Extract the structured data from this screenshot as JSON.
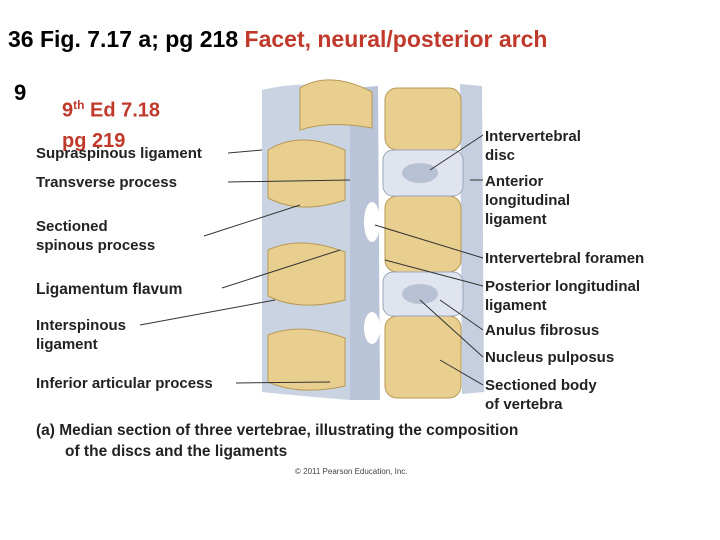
{
  "slide": {
    "title_number": "36",
    "title_ref": "Fig. 7.17 a; pg 218",
    "title_topic": "Facet, neural/posterior arch",
    "stray_char": "9",
    "ed_line1_prefix": "9",
    "ed_line1_sup": "th",
    "ed_line1_suffix": " Ed  7.18",
    "ed_line2": "pg 219"
  },
  "labels_left": {
    "supraspinous": "Supraspinous ligament",
    "transverse": "Transverse process",
    "sectioned_spinous_1": "Sectioned",
    "sectioned_spinous_2": "spinous process",
    "ligamentum_flavum": "Ligamentum flavum",
    "interspinous_1": "Interspinous",
    "interspinous_2": "ligament",
    "inferior_articular": "Inferior articular process"
  },
  "labels_right": {
    "intervertebral_disc_1": "Intervertebral",
    "intervertebral_disc_2": "disc",
    "anterior_long_1": "Anterior",
    "anterior_long_2": "longitudinal",
    "anterior_long_3": "ligament",
    "intervertebral_foramen": "Intervertebral foramen",
    "posterior_long_1": "Posterior longitudinal",
    "posterior_long_2": "ligament",
    "anulus": "Anulus fibrosus",
    "nucleus": "Nucleus pulposus",
    "sectioned_body_1": "Sectioned body",
    "sectioned_body_2": "of vertebra"
  },
  "caption": {
    "line1": "(a) Median section of three vertebrae, illustrating the composition",
    "line2": "of the discs and the ligaments"
  },
  "copyright": "© 2011 Pearson Education, Inc.",
  "colors": {
    "accent_red": "#c0392b",
    "bone": "#e9cf8f",
    "ligament": "#c9d3e2",
    "disc": "#dfe4ee"
  }
}
